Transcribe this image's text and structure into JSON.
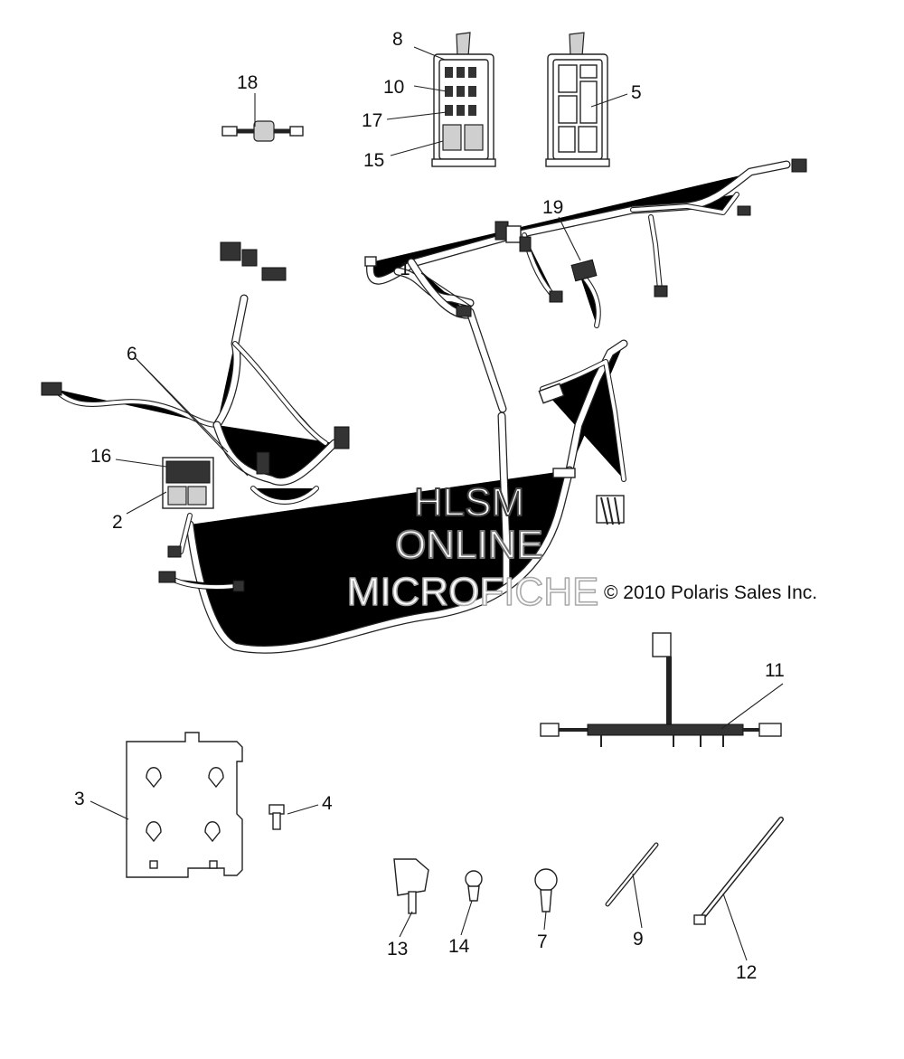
{
  "watermark": {
    "line1": "HLSM",
    "line2": "ONLINE",
    "line3": "MICROFICHE"
  },
  "copyright": "© 2010 Polaris Sales Inc.",
  "callouts": {
    "c1": "1",
    "c2": "2",
    "c3": "3",
    "c4": "4",
    "c5": "5",
    "c6": "6",
    "c7": "7",
    "c8": "8",
    "c9": "9",
    "c10": "10",
    "c11": "11",
    "c12": "12",
    "c13": "13",
    "c14": "14",
    "c15": "15",
    "c16": "16",
    "c17": "17",
    "c18": "18",
    "c19": "19"
  }
}
